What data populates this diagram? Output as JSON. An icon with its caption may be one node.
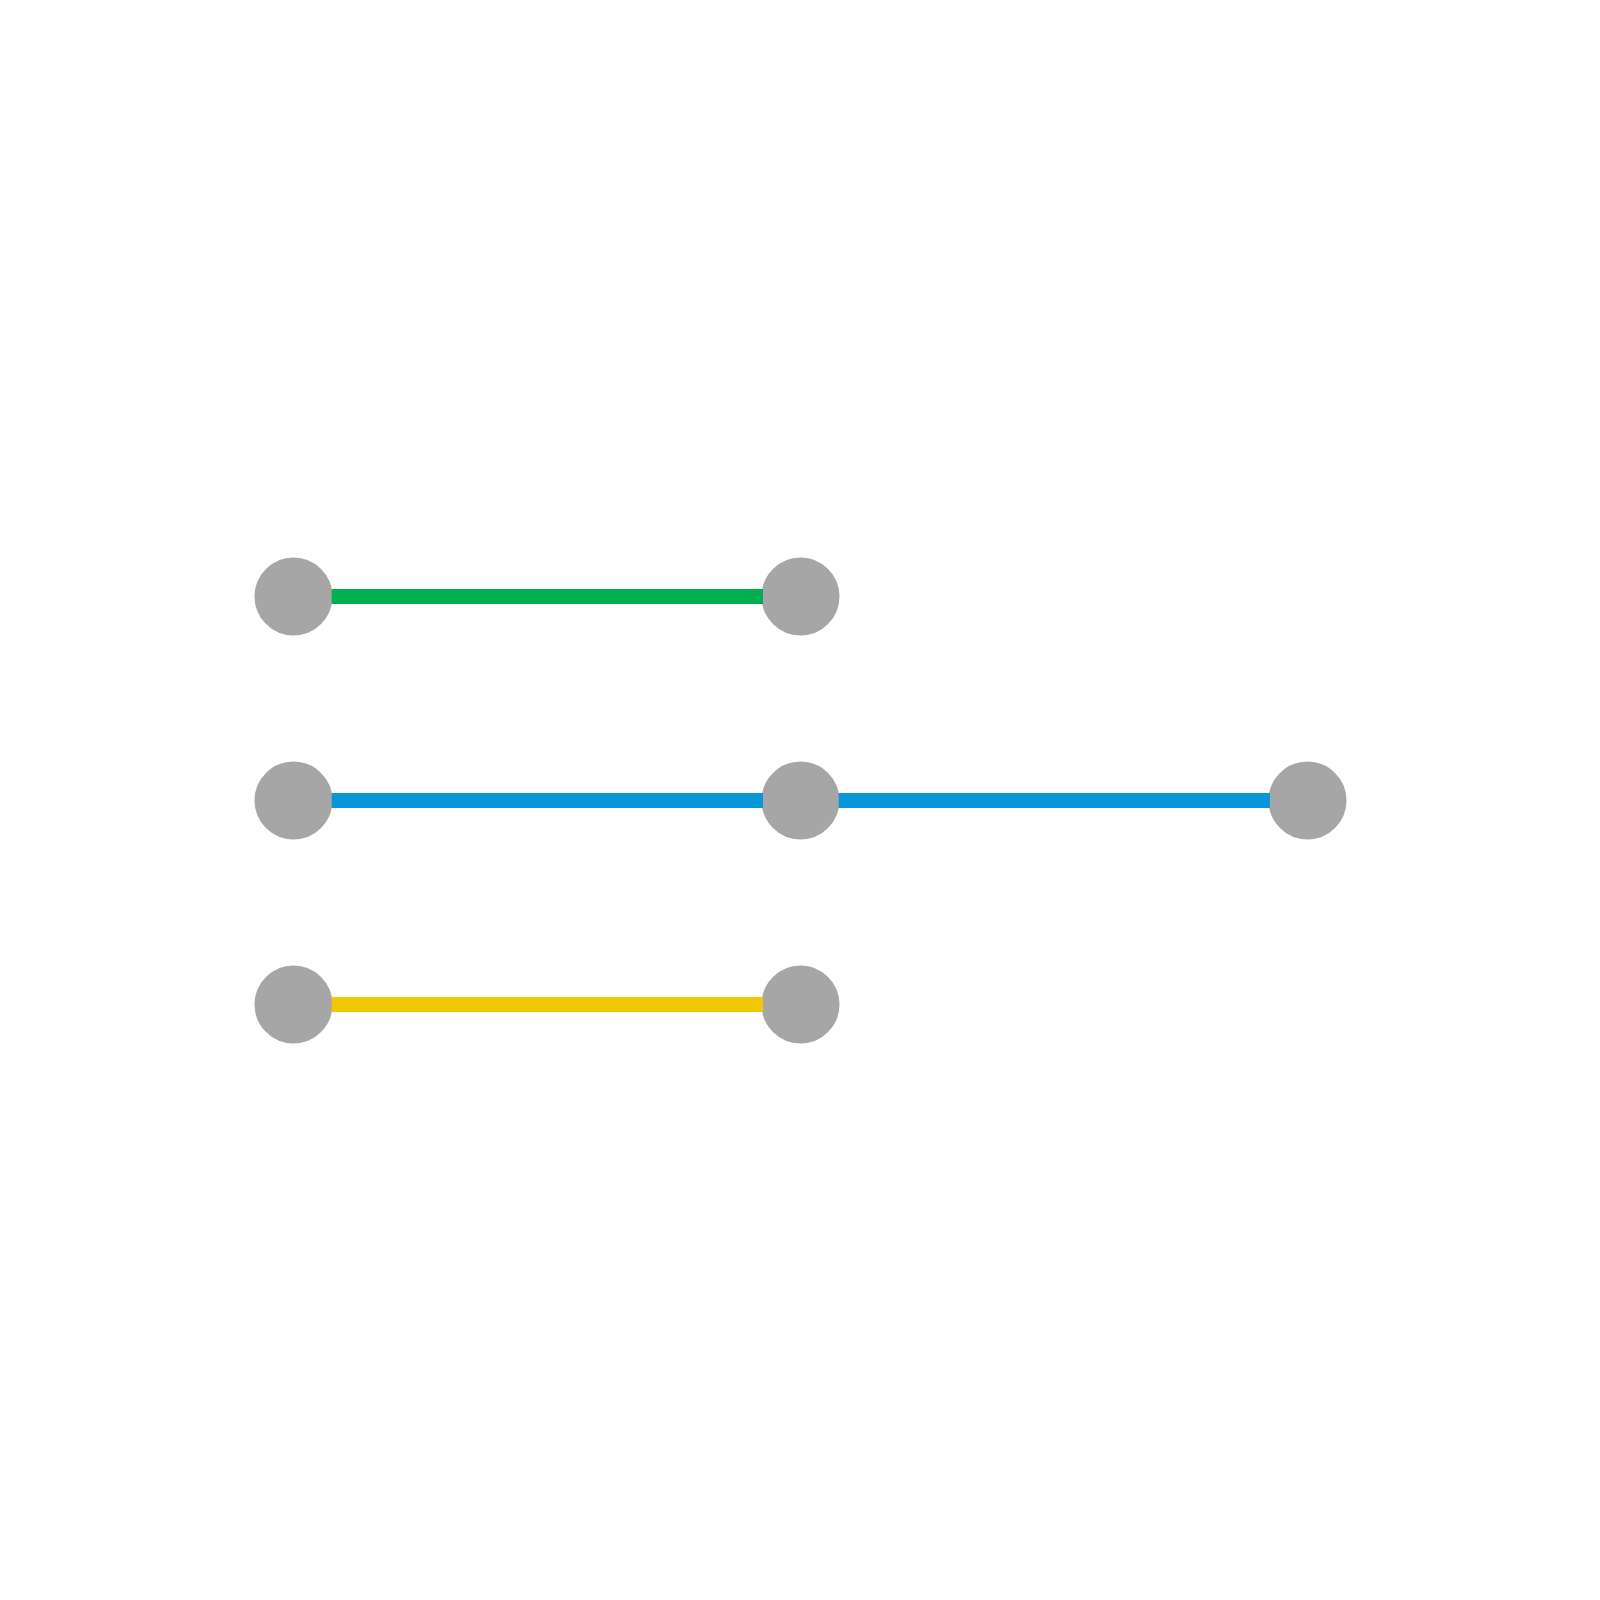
{
  "diagram": {
    "nodes": [
      {
        "text": [],
        "shape": "circle"
      },
      {
        "text": [],
        "shape": "circle"
      },
      {
        "text": [],
        "shape": "circle"
      },
      {
        "text": [],
        "shape": "circle"
      },
      {
        "text": [],
        "shape": "circle"
      },
      {
        "text": [],
        "shape": "circle"
      },
      {
        "text": [],
        "shape": "circle"
      }
    ],
    "edges": [
      {
        "from": 1,
        "to": 0,
        "arrow": "none",
        "color": "#f0c808"
      },
      {
        "from": 2,
        "to": 3,
        "arrow": "none",
        "color": "#0896d8"
      },
      {
        "from": 3,
        "to": 4,
        "arrow": "none",
        "color": "#0896d8"
      },
      {
        "from": 5,
        "to": 6,
        "arrow": "none",
        "color": "#00b050"
      }
    ]
  }
}
